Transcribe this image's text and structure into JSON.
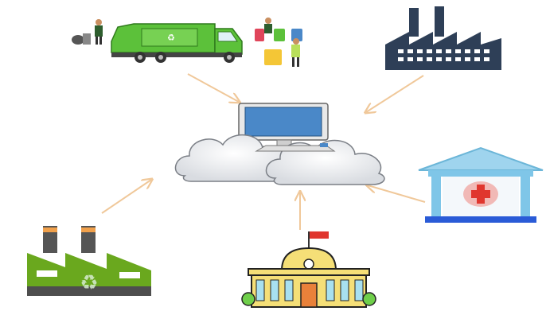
{
  "diagram": {
    "hub": {
      "icon": "cloud-computer-icon"
    },
    "nodes": [
      {
        "id": "waste-collection",
        "icon": "garbage-truck-icon"
      },
      {
        "id": "factory",
        "icon": "factory-icon"
      },
      {
        "id": "hospital",
        "icon": "hospital-icon"
      },
      {
        "id": "government",
        "icon": "government-building-icon"
      },
      {
        "id": "recycling-plant",
        "icon": "recycling-plant-icon"
      }
    ],
    "colors": {
      "arrow": "#f0c89a",
      "truck": "#5cc13a",
      "factory": "#2e3f57",
      "hospital_roof": "#7fc6e8",
      "hospital_cross": "#e0362e",
      "government": "#f5df77",
      "recycling_green": "#6aa81e",
      "cloud": "#e9ebee",
      "monitor_screen": "#4a88c8"
    }
  }
}
